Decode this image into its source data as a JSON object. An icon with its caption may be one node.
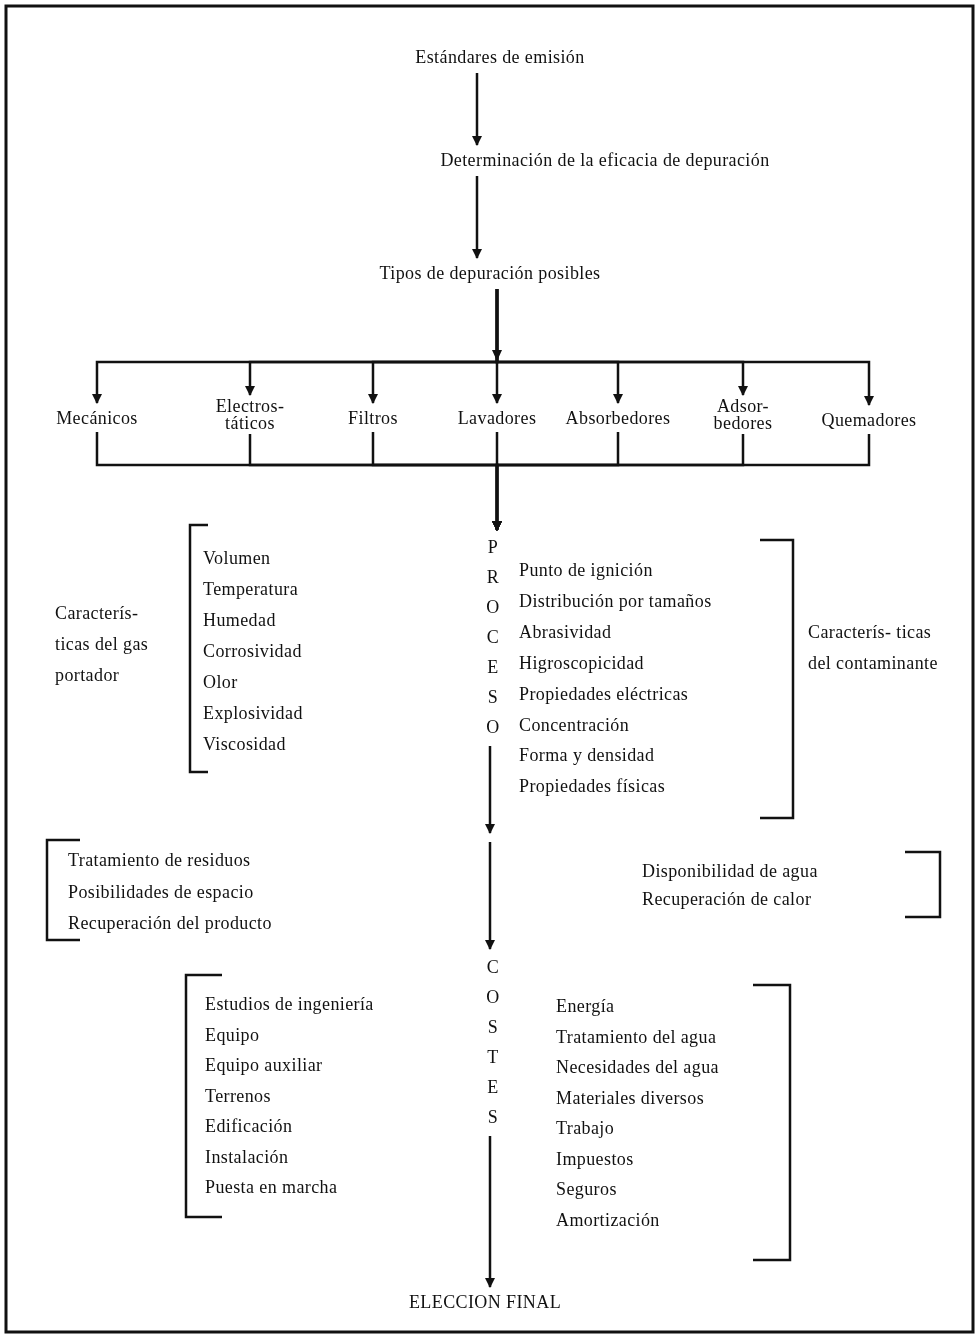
{
  "diagram": {
    "nodes": [
      {
        "text": [
          "Estándares de emisión"
        ]
      },
      {
        "text": [
          "Determinación de la eficacia de depuración"
        ]
      },
      {
        "text": [
          "Tipos de depuración posibles"
        ]
      },
      {
        "text": [
          "Mecánicos"
        ]
      },
      {
        "text": [
          "Electros- táticos"
        ]
      },
      {
        "text": [
          "Filtros"
        ]
      },
      {
        "text": [
          "Lavadores"
        ]
      },
      {
        "text": [
          "Absorbedores"
        ]
      },
      {
        "text": [
          "Adsor- bedores"
        ]
      },
      {
        "text": [
          "Quemadores"
        ]
      },
      {
        "text": [
          "PROCESO"
        ]
      },
      {
        "text": [
          "COSTES"
        ]
      },
      {
        "text": [
          "ELECCION FINAL"
        ]
      }
    ],
    "edges": [
      {
        "from": 0,
        "to": 1,
        "arrow": "to"
      },
      {
        "from": 1,
        "to": 2,
        "arrow": "to"
      },
      {
        "from": 2,
        "to": 3,
        "arrow": "to"
      },
      {
        "from": 2,
        "to": 4,
        "arrow": "to"
      },
      {
        "from": 2,
        "to": 5,
        "arrow": "to"
      },
      {
        "from": 2,
        "to": 6,
        "arrow": "to"
      },
      {
        "from": 2,
        "to": 7,
        "arrow": "to"
      },
      {
        "from": 2,
        "to": 8,
        "arrow": "to"
      },
      {
        "from": 2,
        "to": 9,
        "arrow": "to"
      },
      {
        "from": 3,
        "to": 10,
        "arrow": "to"
      },
      {
        "from": 4,
        "to": 10,
        "arrow": "to"
      },
      {
        "from": 5,
        "to": 10,
        "arrow": "to"
      },
      {
        "from": 6,
        "to": 10,
        "arrow": "to"
      },
      {
        "from": 7,
        "to": 10,
        "arrow": "to"
      },
      {
        "from": 8,
        "to": 10,
        "arrow": "to"
      },
      {
        "from": 9,
        "to": 10,
        "arrow": "to"
      },
      {
        "from": 10,
        "to": null,
        "arrow": "to"
      },
      {
        "from": null,
        "to": 11,
        "arrow": "to"
      },
      {
        "from": 11,
        "to": 12,
        "arrow": "to"
      }
    ],
    "labels": [
      "Caracterís- ticas del gas portador",
      "Volumen",
      "Temperatura",
      "Humedad",
      "Corrosividad",
      "Olor",
      "Explosividad",
      "Viscosidad",
      "Punto de ignición",
      "Distribución por tamaños",
      "Abrasividad",
      "Higroscopicidad",
      "Propiedades eléctricas",
      "Concentración",
      "Forma y densidad",
      "Propiedades físicas",
      "Caracterís- ticas del contaminante",
      "Tratamiento de residuos",
      "Posibilidades de espacio",
      "Recuperación del producto",
      "Disponibilidad de agua",
      "Recuperación de calor",
      "Estudios de ingeniería",
      "Equipo",
      "Equipo auxiliar",
      "Terrenos",
      "Edificación",
      "Instalación",
      "Puesta en marcha",
      "Energía",
      "Tratamiento del agua",
      "Necesidades del agua",
      "Materiales diversos",
      "Trabajo",
      "Impuestos",
      "Seguros",
      "Amortización"
    ]
  }
}
